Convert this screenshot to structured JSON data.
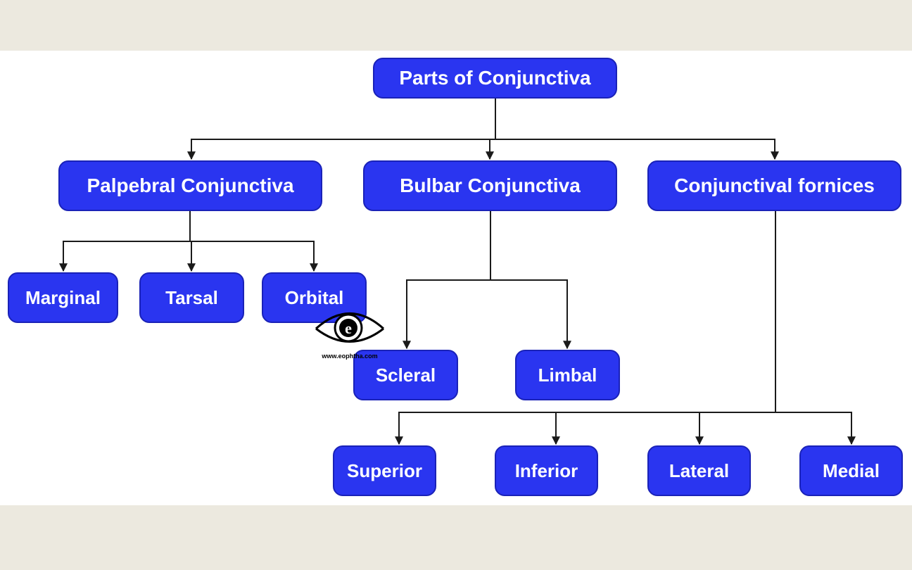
{
  "diagram": {
    "root": "Parts of Conjunctiva",
    "palpebral": {
      "label": "Palpebral Conjunctiva",
      "children": [
        "Marginal",
        "Tarsal",
        "Orbital"
      ]
    },
    "bulbar": {
      "label": "Bulbar Conjunctiva",
      "children": [
        "Scleral",
        "Limbal"
      ]
    },
    "fornices": {
      "label": "Conjunctival fornices",
      "children": [
        "Superior",
        "Inferior",
        "Lateral",
        "Medial"
      ]
    }
  },
  "watermark": {
    "icon": "eye-icon",
    "letter": "e",
    "url": "www.eophtha.com"
  },
  "colors": {
    "node_fill": "#2a35f0",
    "node_text": "#ffffff",
    "connector": "#1a1a1a",
    "background": "#ece9df",
    "panel": "#ffffff"
  }
}
